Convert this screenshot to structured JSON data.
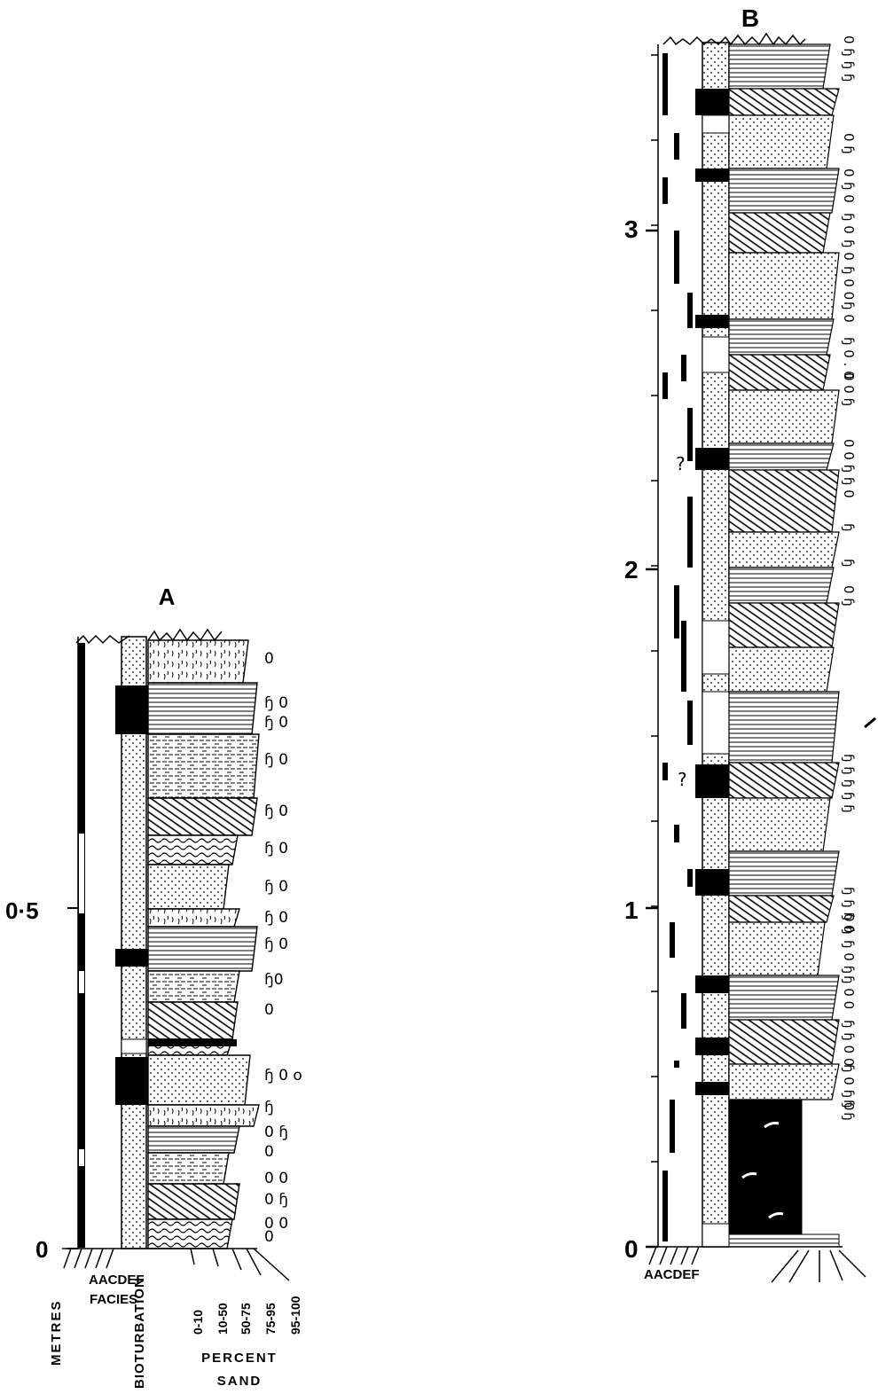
{
  "panels": [
    {
      "id": "A",
      "title": "A",
      "depth_ticks": [
        "0",
        "0·5"
      ],
      "facies_letters": "AACDEF",
      "axis_labels": {
        "metres": "METRES",
        "facies": "FACIES",
        "bioturbation": "BIOTURBATION"
      },
      "sand_scale": [
        "0-10",
        "10-50",
        "50-75",
        "75-95",
        "95-100"
      ],
      "sand_title": [
        "PERCENT",
        "SAND"
      ]
    },
    {
      "id": "B",
      "title": "B",
      "depth_ticks": [
        "0",
        "1",
        "2",
        "3"
      ],
      "facies_letters": "AACDEF",
      "uncertain_marks": [
        "?",
        "?"
      ]
    }
  ],
  "colors": {
    "ink": "#000000",
    "paper": "#ffffff"
  }
}
